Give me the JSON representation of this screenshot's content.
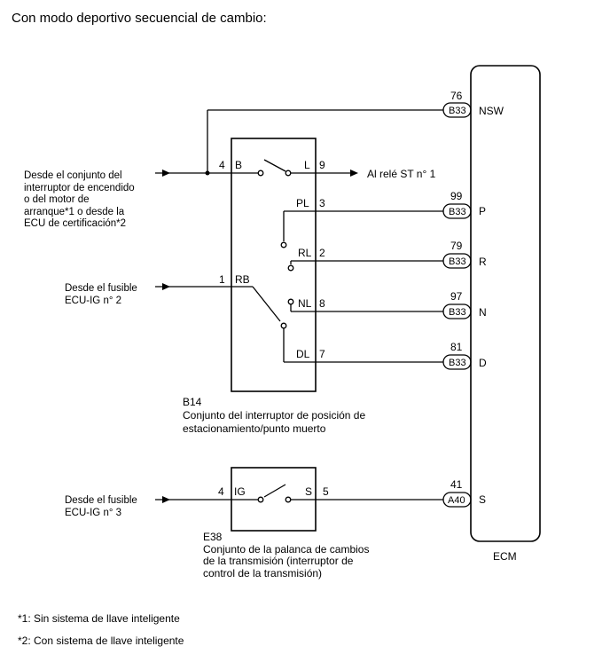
{
  "title": "Con modo deportivo secuencial de cambio:",
  "sources": {
    "ignition": [
      "Desde el conjunto del",
      "interruptor de encendido",
      "o del motor de",
      "arranque*1 o desde la",
      "ECU de certificación*2"
    ],
    "fuse2": [
      "Desde el fusible",
      "ECU-IG n° 2"
    ],
    "fuse3": [
      "Desde el fusible",
      "ECU-IG n° 3"
    ]
  },
  "relay_label": "Al relé ST n° 1",
  "b14": {
    "code": "B14",
    "desc": [
      "Conjunto del interruptor de posición de",
      "estacionamiento/punto muerto"
    ],
    "pins": {
      "B": "B",
      "B_num": "4",
      "L": "L",
      "L_num": "9",
      "PL": "PL",
      "PL_num": "3",
      "RL": "RL",
      "RL_num": "2",
      "RB": "RB",
      "RB_num": "1",
      "NL": "NL",
      "NL_num": "8",
      "DL": "DL",
      "DL_num": "7"
    }
  },
  "e38": {
    "code": "E38",
    "desc": [
      "Conjunto de la palanca de cambios",
      "de la transmisión (interruptor de",
      "control de la transmisión)"
    ],
    "pins": {
      "IG": "IG",
      "IG_num": "4",
      "S": "S",
      "S_num": "5"
    }
  },
  "ecm": {
    "label": "ECM",
    "terminals": [
      {
        "pin": "76",
        "conn": "B33",
        "name": "NSW"
      },
      {
        "pin": "99",
        "conn": "B33",
        "name": "P"
      },
      {
        "pin": "79",
        "conn": "B33",
        "name": "R"
      },
      {
        "pin": "97",
        "conn": "B33",
        "name": "N"
      },
      {
        "pin": "81",
        "conn": "B33",
        "name": "D"
      },
      {
        "pin": "41",
        "conn": "A40",
        "name": "S"
      }
    ]
  },
  "footnotes": [
    "*1: Sin sistema de llave inteligente",
    "*2: Con sistema de llave inteligente"
  ]
}
